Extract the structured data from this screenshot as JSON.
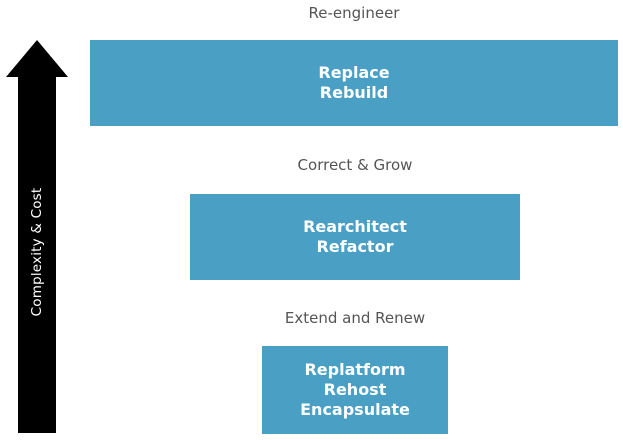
{
  "axis": {
    "label": "Complexity & Cost"
  },
  "tiers": [
    {
      "caption": "Re-engineer",
      "lines": [
        "Replace",
        "Rebuild"
      ]
    },
    {
      "caption": "Correct & Grow",
      "lines": [
        "Rearchitect",
        "Refactor"
      ]
    },
    {
      "caption": "Extend and Renew",
      "lines": [
        "Replatform",
        "Rehost",
        "Encapsulate"
      ]
    }
  ],
  "colors": {
    "box": "#4aa0c4",
    "arrow": "#000000",
    "caption": "#555555"
  }
}
